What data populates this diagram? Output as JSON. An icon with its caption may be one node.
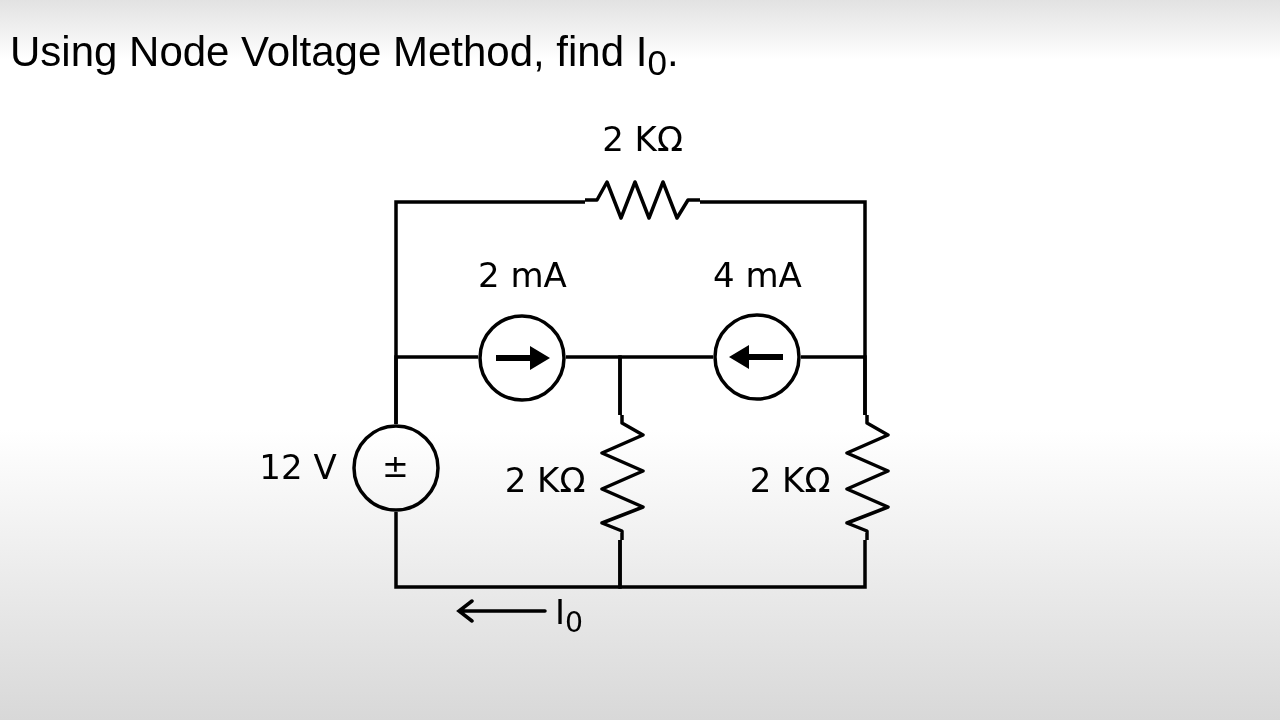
{
  "diagram": {
    "title": "Using Node Voltage Method, find I$_{0}$.",
    "nodes": [
      {
        "text": [
          "2 KΩ"
        ]
      },
      {
        "text": [
          "2 mA"
        ]
      },
      {
        "text": [
          "4 mA"
        ]
      },
      {
        "text": [
          "12 V",
          "±"
        ]
      },
      {
        "text": [
          "2 KΩ"
        ]
      },
      {
        "text": [
          "2 KΩ"
        ]
      }
    ],
    "edges": [
      {
        "from": 3,
        "to": 0,
        "arrow": "none"
      },
      {
        "from": 3,
        "to": 1,
        "arrow": "none"
      },
      {
        "from": 0,
        "to": 5,
        "arrow": "none"
      },
      {
        "from": 2,
        "to": 5,
        "arrow": "none"
      },
      {
        "from": 1,
        "to": 4,
        "arrow": "none"
      },
      {
        "from": 2,
        "to": 4,
        "arrow": "none"
      },
      {
        "from": 3,
        "to": 4,
        "arrow": "none"
      },
      {
        "from": 4,
        "to": 5,
        "arrow": "none"
      }
    ],
    "labels": [
      "I$_{0}$"
    ]
  }
}
